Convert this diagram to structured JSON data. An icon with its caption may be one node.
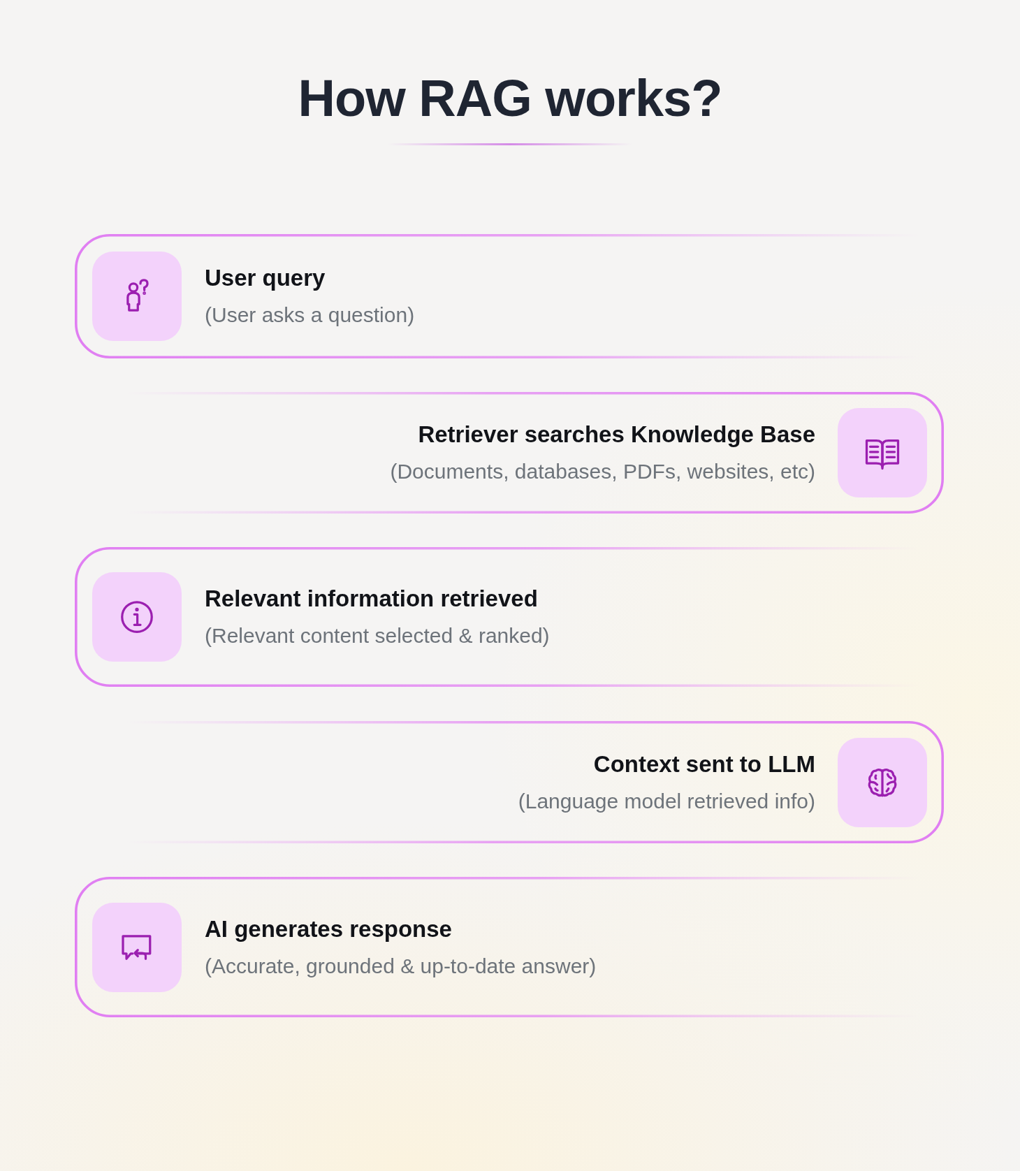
{
  "diagram": {
    "title": "How RAG works?",
    "nodes": [
      {
        "text": [
          "User query",
          "(User asks a question)"
        ]
      },
      {
        "text": [
          "Retriever searches Knowledge Base",
          "(Documents, databases, PDFs, websites, etc)"
        ]
      },
      {
        "text": [
          "Relevant information retrieved",
          "(Relevant content selected & ranked)"
        ]
      },
      {
        "text": [
          "Context sent to LLM",
          "(Language model retrieved info)"
        ]
      },
      {
        "text": [
          "AI generates response",
          "(Accurate, grounded & up-to-date answer)"
        ]
      }
    ],
    "edges": []
  }
}
